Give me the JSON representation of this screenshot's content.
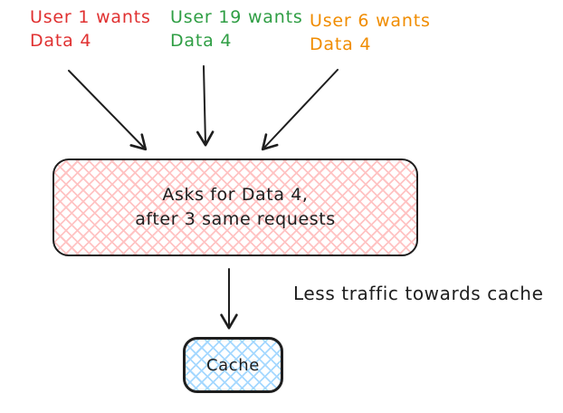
{
  "diagram": {
    "user_labels": [
      {
        "line1": "User 1 wants",
        "line2": "Data 4",
        "color": "#e03131"
      },
      {
        "line1": "User 19 wants",
        "line2": "Data 4",
        "color": "#2f9e44"
      },
      {
        "line1": "User 6 wants",
        "line2": "Data 4",
        "color": "#f08c00"
      }
    ],
    "request_box": {
      "line1": "Asks for Data 4,",
      "line2": "after 3 same requests",
      "fill": "#ffc9c9",
      "stroke": "#1e1e1e"
    },
    "annotation": "Less traffic towards cache",
    "cache_box": {
      "label": "Cache",
      "fill": "#a5d8ff",
      "stroke": "#1e1e1e"
    },
    "arrow_color": "#1e1e1e"
  }
}
